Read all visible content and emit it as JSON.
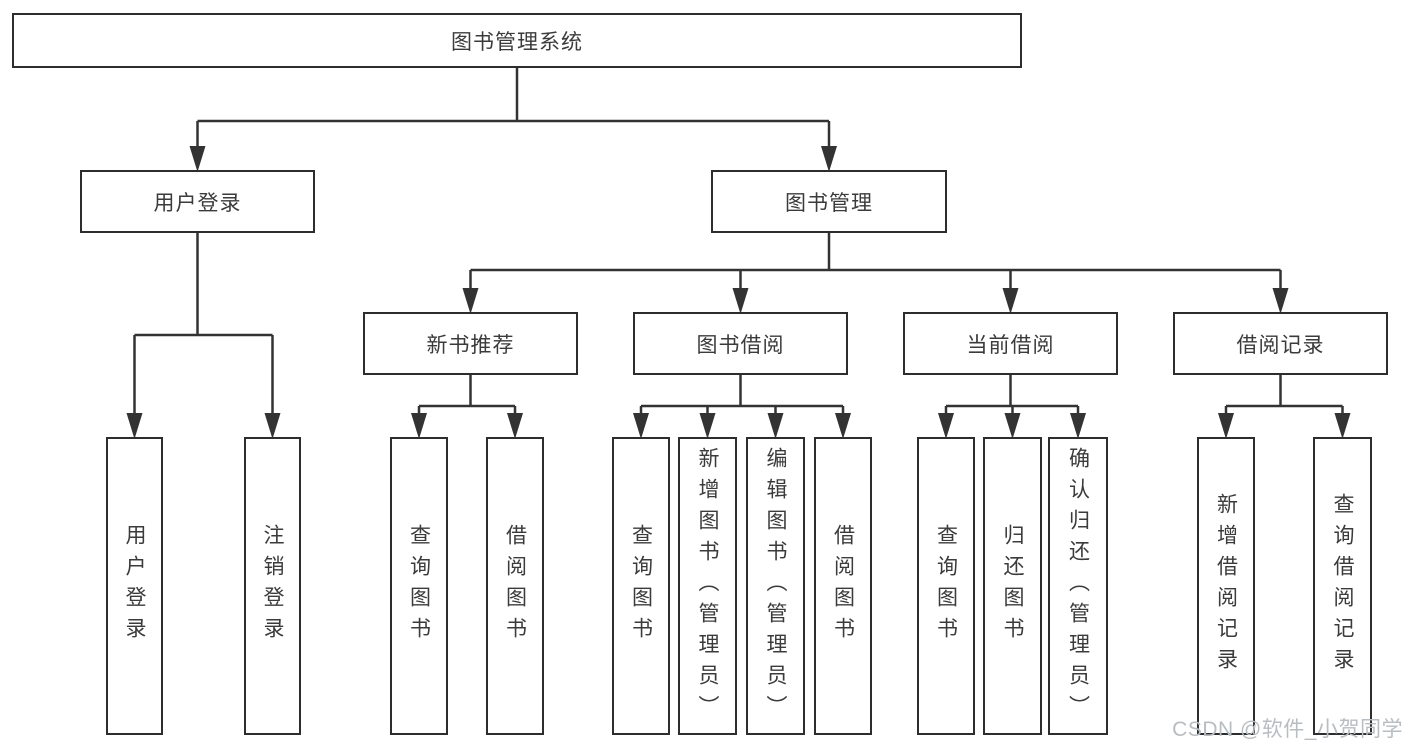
{
  "nodes": {
    "root": "图书管理系统",
    "user_login": "用户登录",
    "book_mgmt": "图书管理",
    "new_book": "新书推荐",
    "borrow": "图书借阅",
    "current": "当前借阅",
    "record": "借阅记录",
    "user_login_leaf": "用户登录",
    "logout": "注销登录",
    "nb_query": "查询图书",
    "nb_borrow": "借阅图书",
    "bw_query": "查询图书",
    "bw_add": "新增图书（管理员）",
    "bw_edit": "编辑图书（管理员）",
    "bw_borrow": "借阅图书",
    "cb_query": "查询图书",
    "cb_return": "归还图书",
    "cb_confirm": "确认归还（管理员）",
    "rc_add": "新增借阅记录",
    "rc_query": "查询借阅记录"
  },
  "watermark": "CSDN @软件_小贺同学",
  "colors": {
    "line": "#333333",
    "border": "#2d2d2d",
    "text": "#3b3b3b",
    "watermark": "#b8bdc2",
    "background": "#ffffff"
  }
}
